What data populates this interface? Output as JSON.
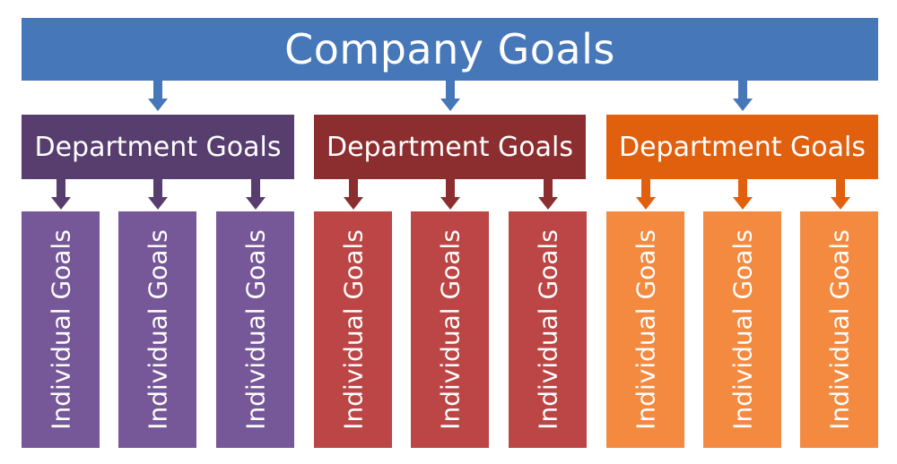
{
  "top": {
    "label": "Company Goals",
    "color": "#4677b8"
  },
  "departments": [
    {
      "label": "Department Goals",
      "color": "#573e6e",
      "arrow_color": "#573e6e",
      "individual_color": "#765797",
      "individuals": [
        "Individual Goals",
        "Individual Goals",
        "Individual Goals"
      ]
    },
    {
      "label": "Department Goals",
      "color": "#8c2e30",
      "arrow_color": "#8c2e30",
      "individual_color": "#bc4545",
      "individuals": [
        "Individual Goals",
        "Individual Goals",
        "Individual Goals"
      ]
    },
    {
      "label": "Department Goals",
      "color": "#e0600e",
      "arrow_color": "#e0600e",
      "individual_color": "#f38a40",
      "individuals": [
        "Individual Goals",
        "Individual Goals",
        "Individual Goals"
      ]
    }
  ]
}
